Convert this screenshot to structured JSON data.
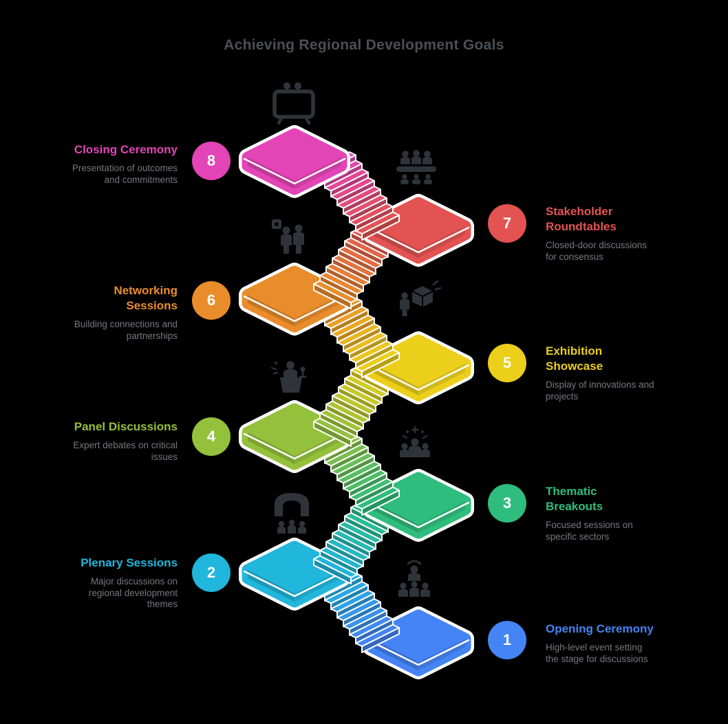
{
  "title": "Achieving Regional Development Goals",
  "steps": [
    {
      "number": "1",
      "title": "Opening Ceremony",
      "description": "High-level event setting\nthe stage for discussions",
      "color": "#4584f4",
      "icon": "speaker-with-audience-icon"
    },
    {
      "number": "2",
      "title": "Plenary Sessions",
      "description": "Major discussions on\nregional development\nthemes",
      "color": "#21b6dc",
      "icon": "arch-stage-icon"
    },
    {
      "number": "3",
      "title": "Thematic\nBreakouts",
      "description": "Focused sessions on\nspecific sectors",
      "color": "#2fbd7d",
      "icon": "group-sparkle-icon"
    },
    {
      "number": "4",
      "title": "Panel Discussions",
      "description": "Expert debates on critical\nissues",
      "color": "#94c13c",
      "icon": "podium-speaker-icon"
    },
    {
      "number": "5",
      "title": "Exhibition\nShowcase",
      "description": "Display of innovations and\nprojects",
      "color": "#ebcf1a",
      "icon": "exhibit-box-icon"
    },
    {
      "number": "6",
      "title": "Networking\nSessions",
      "description": "Building connections and\npartnerships",
      "color": "#e98d2c",
      "icon": "networking-people-icon"
    },
    {
      "number": "7",
      "title": "Stakeholder\nRoundtables",
      "description": "Closed-door discussions\nfor consensus",
      "color": "#e25352",
      "icon": "roundtable-icon"
    },
    {
      "number": "8",
      "title": "Closing Ceremony",
      "description": "Presentation of outcomes\nand commitments",
      "color": "#e344b6",
      "icon": "presentation-screen-icon"
    }
  ]
}
